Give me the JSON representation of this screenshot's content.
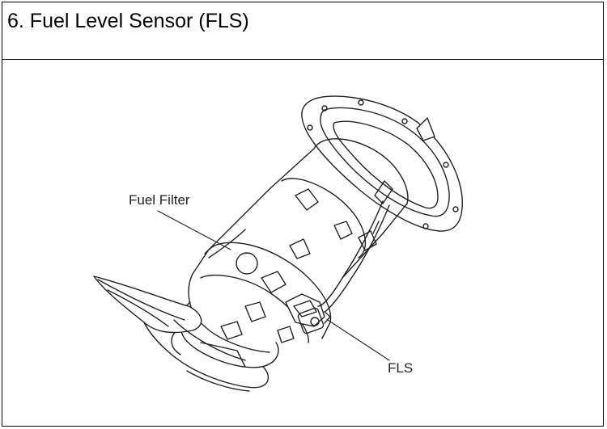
{
  "header": {
    "title": "6. Fuel Level Sensor (FLS)"
  },
  "diagram": {
    "labels": {
      "fuel_filter": "Fuel Filter",
      "fls": "FLS"
    }
  }
}
